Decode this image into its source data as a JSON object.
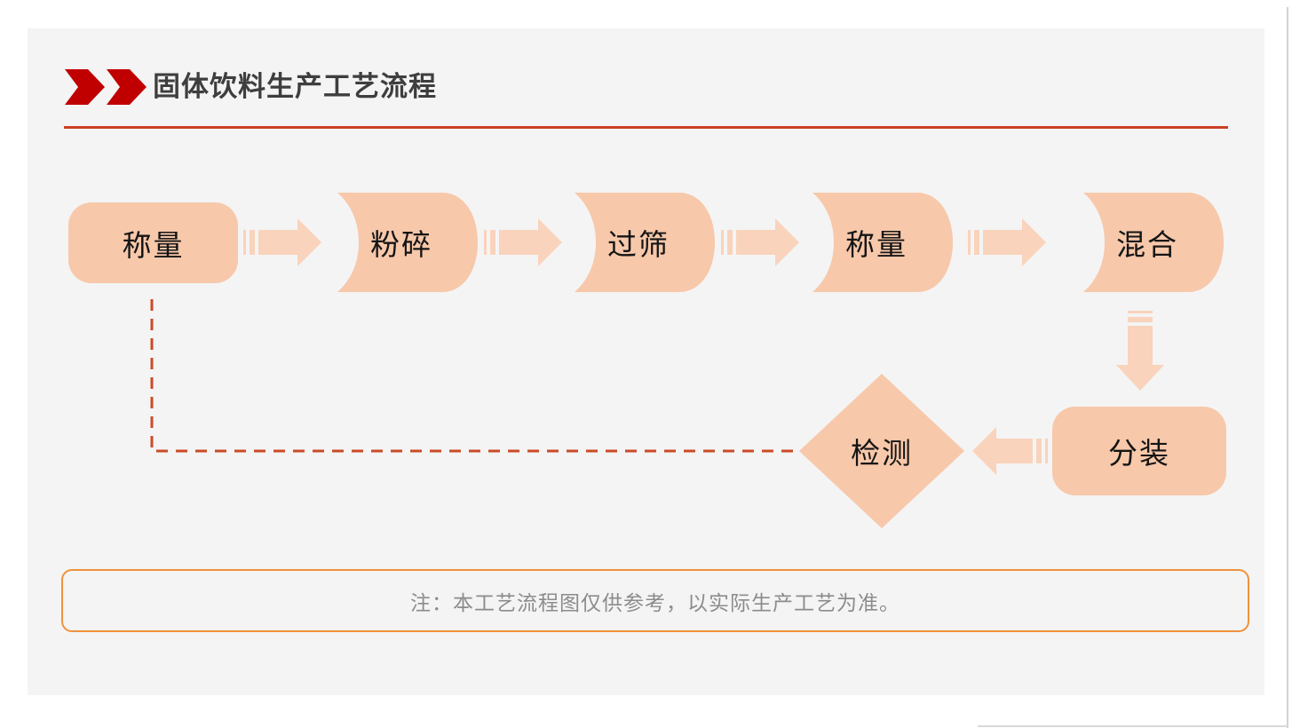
{
  "header": {
    "title": "固体饮料生产工艺流程"
  },
  "flow": {
    "steps": [
      {
        "label": "称量",
        "shape": "rounded-rect"
      },
      {
        "label": "粉碎",
        "shape": "cylinder"
      },
      {
        "label": "过筛",
        "shape": "cylinder"
      },
      {
        "label": "称量",
        "shape": "cylinder"
      },
      {
        "label": "混合",
        "shape": "cylinder"
      },
      {
        "label": "分装",
        "shape": "rounded-rect"
      },
      {
        "label": "检测",
        "shape": "diamond"
      }
    ],
    "connections": [
      "称量→粉碎",
      "粉碎→过筛",
      "过筛→称量",
      "称量→混合",
      "混合→分装",
      "分装→检测",
      "检测⇢称量(虚线返回)"
    ]
  },
  "note": {
    "text": "注：本工艺流程图仅供参考，以实际生产工艺为准。"
  },
  "colors": {
    "panel_bg": "#f4f4f4",
    "shape_fill": "#f7c8aa",
    "arrow_fill": "#f9d3bc",
    "chevron_red": "#c00000",
    "rule_red": "#cc4125",
    "dashed_line": "#cc4b28",
    "note_border": "#f0923b",
    "note_text": "#8c8c8c",
    "title_text": "#3e3e3e"
  }
}
